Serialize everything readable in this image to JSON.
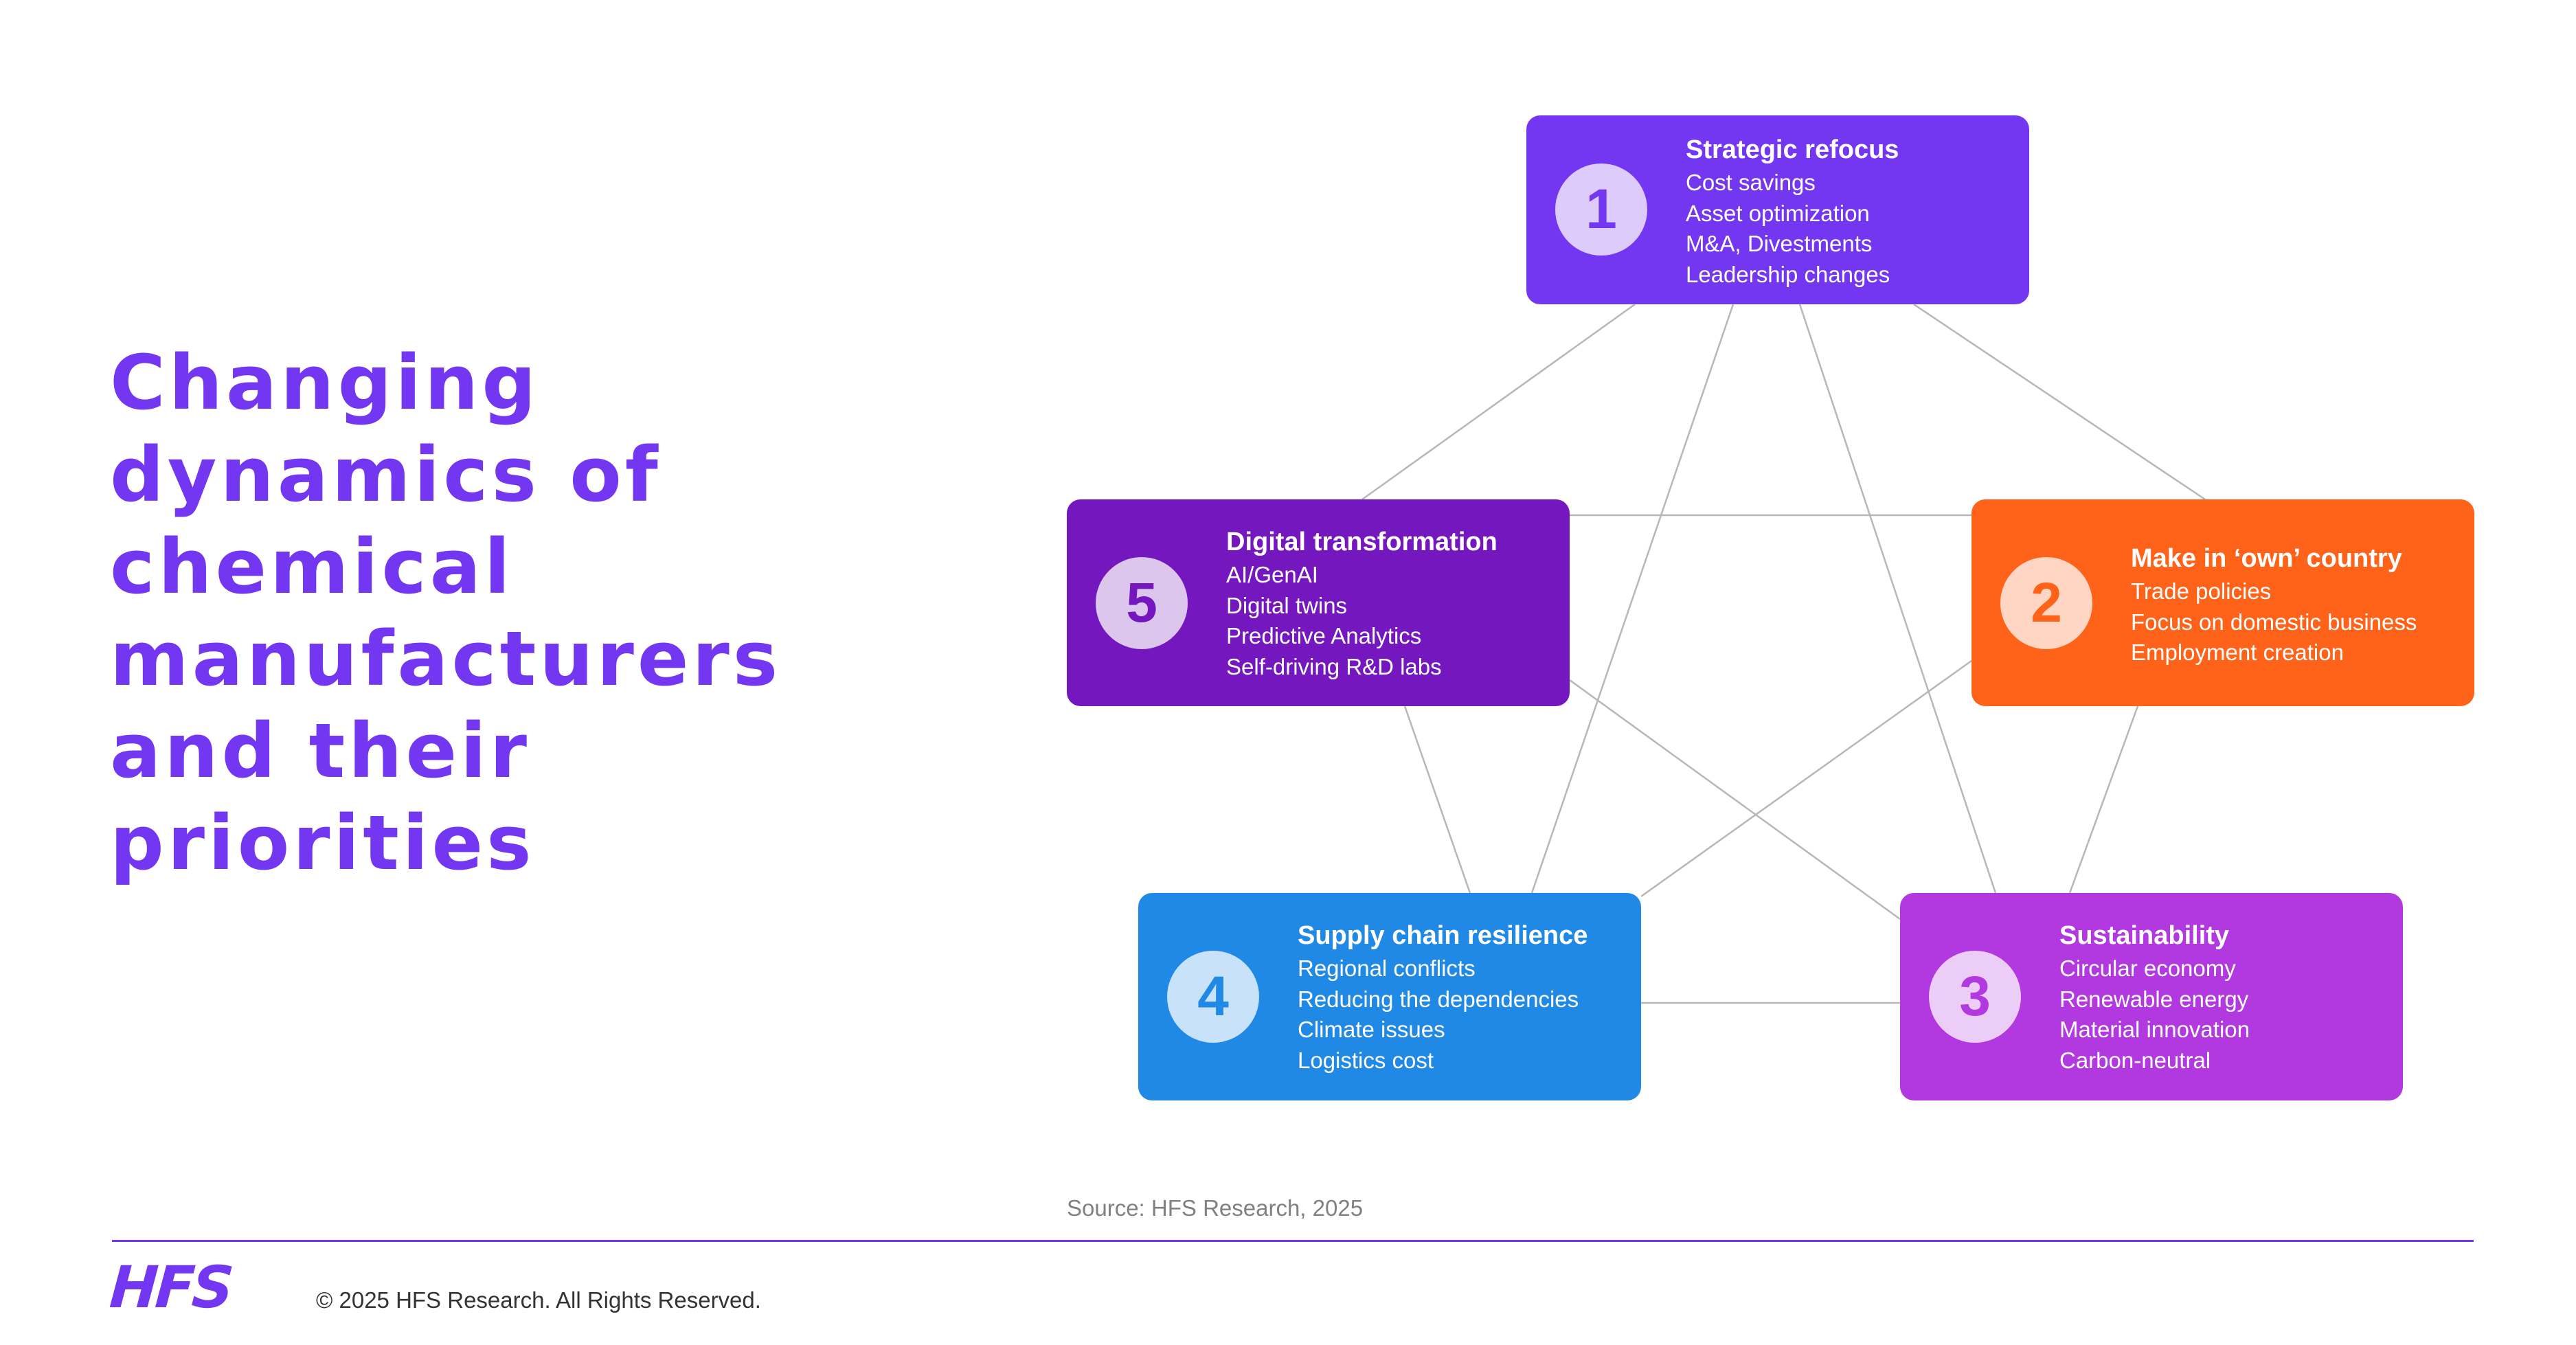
{
  "title_lines": [
    "Changing",
    "dynamics of",
    "chemical",
    "manufacturers",
    "and their",
    "priorities"
  ],
  "colors": {
    "title": "#7437F1",
    "card_1": "#7437F1",
    "card_2": "#FF6219",
    "card_3": "#B238E0",
    "card_4": "#1F89E5",
    "card_5": "#7417BF",
    "connector": "#b7b7b7"
  },
  "cards": [
    {
      "number": "1",
      "heading": "Strategic refocus",
      "items": [
        "Cost savings",
        "Asset optimization",
        "M&A, Divestments",
        "Leadership changes"
      ]
    },
    {
      "number": "2",
      "heading": "Make in ‘own’ country",
      "items": [
        "Trade policies",
        "Focus on domestic business",
        "Employment creation"
      ]
    },
    {
      "number": "3",
      "heading": "Sustainability",
      "items": [
        "Circular economy",
        "Renewable energy",
        "Material innovation",
        "Carbon-neutral"
      ]
    },
    {
      "number": "4",
      "heading": "Supply chain resilience",
      "items": [
        "Regional conflicts",
        "Reducing the dependencies",
        "Climate issues",
        "Logistics cost"
      ]
    },
    {
      "number": "5",
      "heading": "Digital transformation",
      "items": [
        "AI/GenAI",
        "Digital twins",
        "Predictive Analytics",
        "Self-driving R&D labs"
      ]
    }
  ],
  "source": "Source: HFS Research, 2025",
  "footer": {
    "logo_text": "HFS",
    "copyright": "© 2025 HFS Research. All Rights Reserved."
  }
}
